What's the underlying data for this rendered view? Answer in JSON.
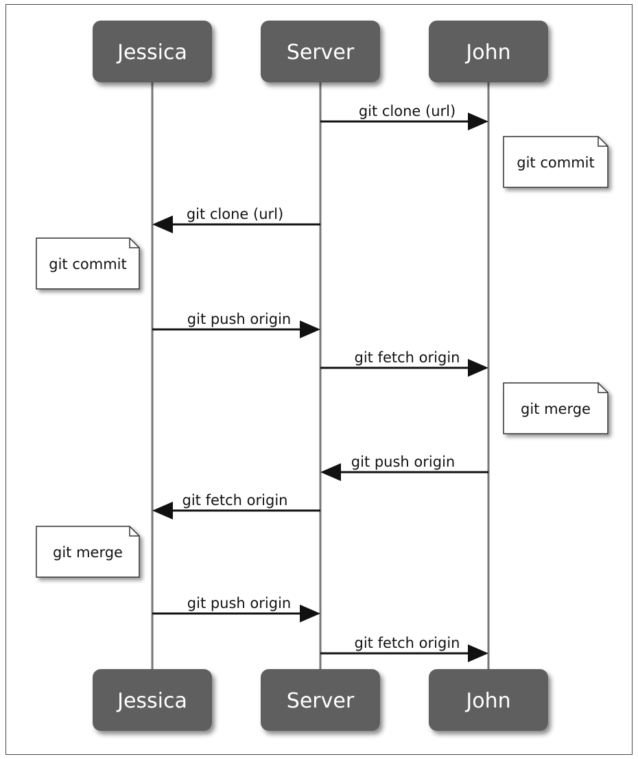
{
  "colors": {
    "actor_fill": "#5f5f5f",
    "lifeline": "#777777",
    "arrow": "#111111",
    "note_fill": "#ffffff",
    "note_stroke": "#333333"
  },
  "participants": [
    {
      "id": "jessica",
      "label": "Jessica"
    },
    {
      "id": "server",
      "label": "Server"
    },
    {
      "id": "john",
      "label": "John"
    }
  ],
  "events": [
    {
      "type": "message",
      "from": "server",
      "to": "john",
      "label": "git clone (url)"
    },
    {
      "type": "note",
      "on": "john",
      "label": "git commit"
    },
    {
      "type": "message",
      "from": "server",
      "to": "jessica",
      "label": "git clone (url)"
    },
    {
      "type": "note",
      "on": "jessica",
      "label": "git commit"
    },
    {
      "type": "message",
      "from": "jessica",
      "to": "server",
      "label": "git push origin"
    },
    {
      "type": "message",
      "from": "server",
      "to": "john",
      "label": "git fetch origin"
    },
    {
      "type": "note",
      "on": "john",
      "label": "git merge"
    },
    {
      "type": "message",
      "from": "john",
      "to": "server",
      "label": "git push origin"
    },
    {
      "type": "message",
      "from": "server",
      "to": "jessica",
      "label": "git fetch origin"
    },
    {
      "type": "note",
      "on": "jessica",
      "label": "git merge"
    },
    {
      "type": "message",
      "from": "jessica",
      "to": "server",
      "label": "git push origin"
    },
    {
      "type": "message",
      "from": "server",
      "to": "john",
      "label": "git fetch origin"
    }
  ]
}
